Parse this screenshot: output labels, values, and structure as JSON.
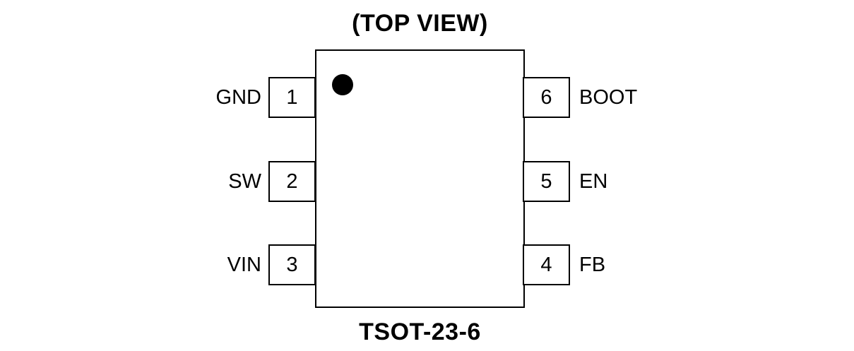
{
  "diagram": {
    "title": "(TOP VIEW)",
    "package_name": "TSOT-23-6"
  },
  "pins": {
    "left": [
      {
        "number": "1",
        "label": "GND"
      },
      {
        "number": "2",
        "label": "SW"
      },
      {
        "number": "3",
        "label": "VIN"
      }
    ],
    "right": [
      {
        "number": "6",
        "label": "BOOT"
      },
      {
        "number": "5",
        "label": "EN"
      },
      {
        "number": "4",
        "label": "FB"
      }
    ]
  },
  "icons": {
    "pin1_indicator": "pin1-indicator-dot"
  },
  "colors": {
    "line": "#000000",
    "background": "#ffffff"
  }
}
